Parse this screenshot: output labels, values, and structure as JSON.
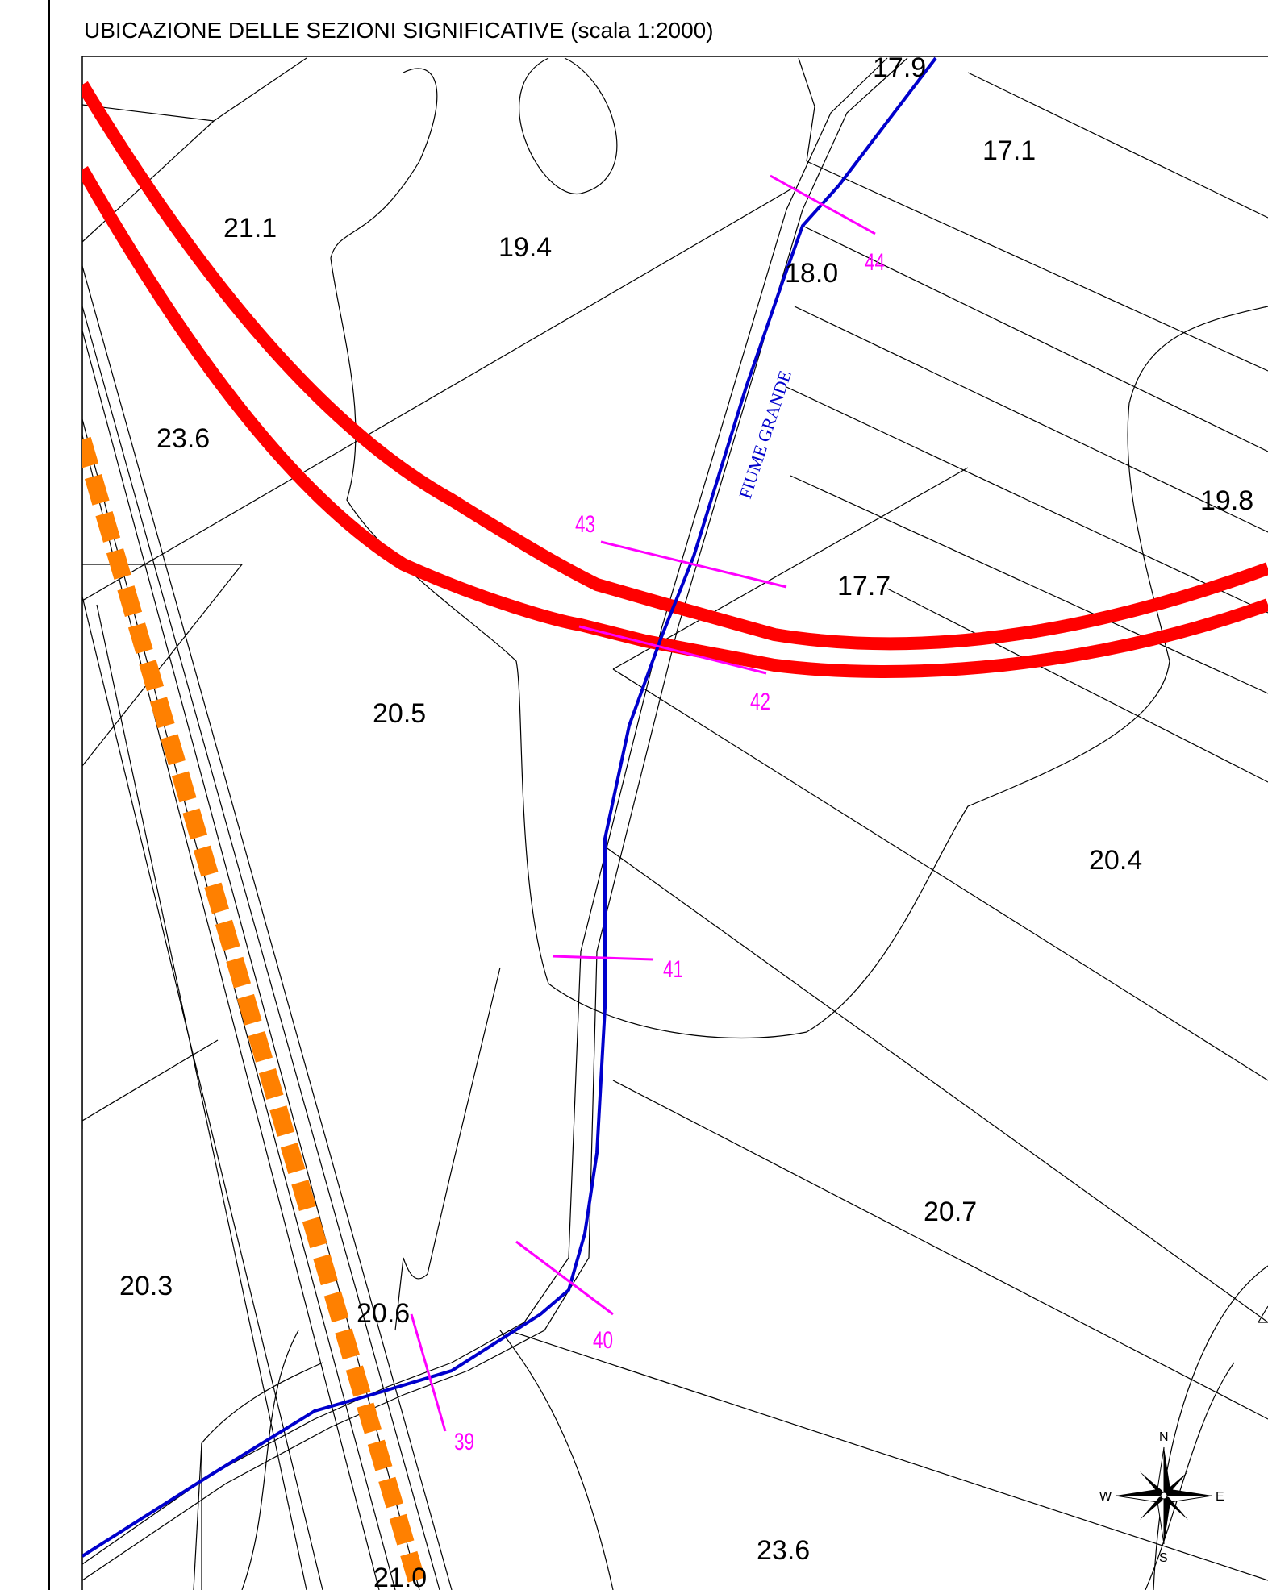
{
  "title": "UBICAZIONE DELLE SEZIONI SIGNIFICATIVE (scala 1:2000)",
  "river_name": "FIUME GRANDE",
  "elevations": [
    {
      "id": "e1",
      "label": "17.9"
    },
    {
      "id": "e2",
      "label": "17.1"
    },
    {
      "id": "e3",
      "label": "21.1"
    },
    {
      "id": "e4",
      "label": "19.4"
    },
    {
      "id": "e5",
      "label": "18.0"
    },
    {
      "id": "e6",
      "label": "23.6"
    },
    {
      "id": "e7",
      "label": "19.8"
    },
    {
      "id": "e8",
      "label": "17.7"
    },
    {
      "id": "e9",
      "label": "20.5"
    },
    {
      "id": "e10",
      "label": "20.4"
    },
    {
      "id": "e11",
      "label": "20.7"
    },
    {
      "id": "e12",
      "label": "20.3"
    },
    {
      "id": "e13",
      "label": "20.6"
    },
    {
      "id": "e14",
      "label": "23.6"
    },
    {
      "id": "e15",
      "label": "21.0"
    }
  ],
  "sections": [
    {
      "id": "s44",
      "label": "44"
    },
    {
      "id": "s43",
      "label": "43"
    },
    {
      "id": "s42",
      "label": "42"
    },
    {
      "id": "s41",
      "label": "41"
    },
    {
      "id": "s40",
      "label": "40"
    },
    {
      "id": "s39",
      "label": "39"
    }
  ],
  "compass": {
    "n": "N",
    "s": "S",
    "e": "E",
    "w": "W"
  },
  "colors": {
    "river": "#0000cc",
    "section": "#ff00ff",
    "road": "#ff0000",
    "rail": "#ff8000",
    "lines": "#000000"
  }
}
